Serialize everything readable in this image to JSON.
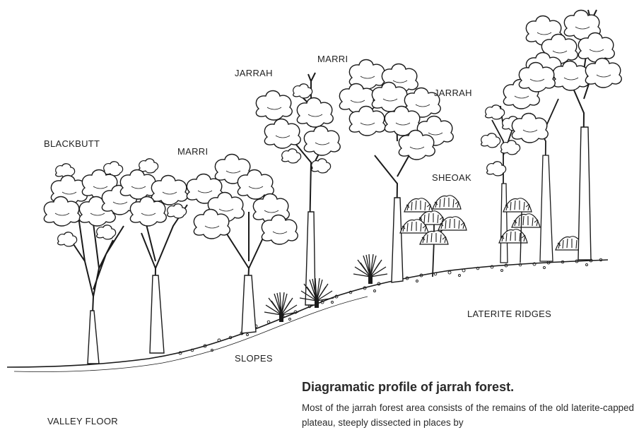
{
  "labels": {
    "blackbutt": "BLACKBUTT",
    "marri_left": "MARRI",
    "jarrah_mid": "JARRAH",
    "marri_top": "MARRI",
    "jarrah_right": "JARRAH",
    "sheoak": "SHEOAK",
    "laterite_ridges": "LATERITE RIDGES",
    "slopes": "SLOPES",
    "valley_floor": "VALLEY FLOOR"
  },
  "caption": {
    "title": "Diagramatic profile of jarrah forest.",
    "body": "Most of the jarrah forest area consists of the remains of the old laterite-capped plateau, steeply dissected in places by"
  },
  "colors": {
    "ink": "#1a1a1a",
    "paper": "#ffffff"
  }
}
